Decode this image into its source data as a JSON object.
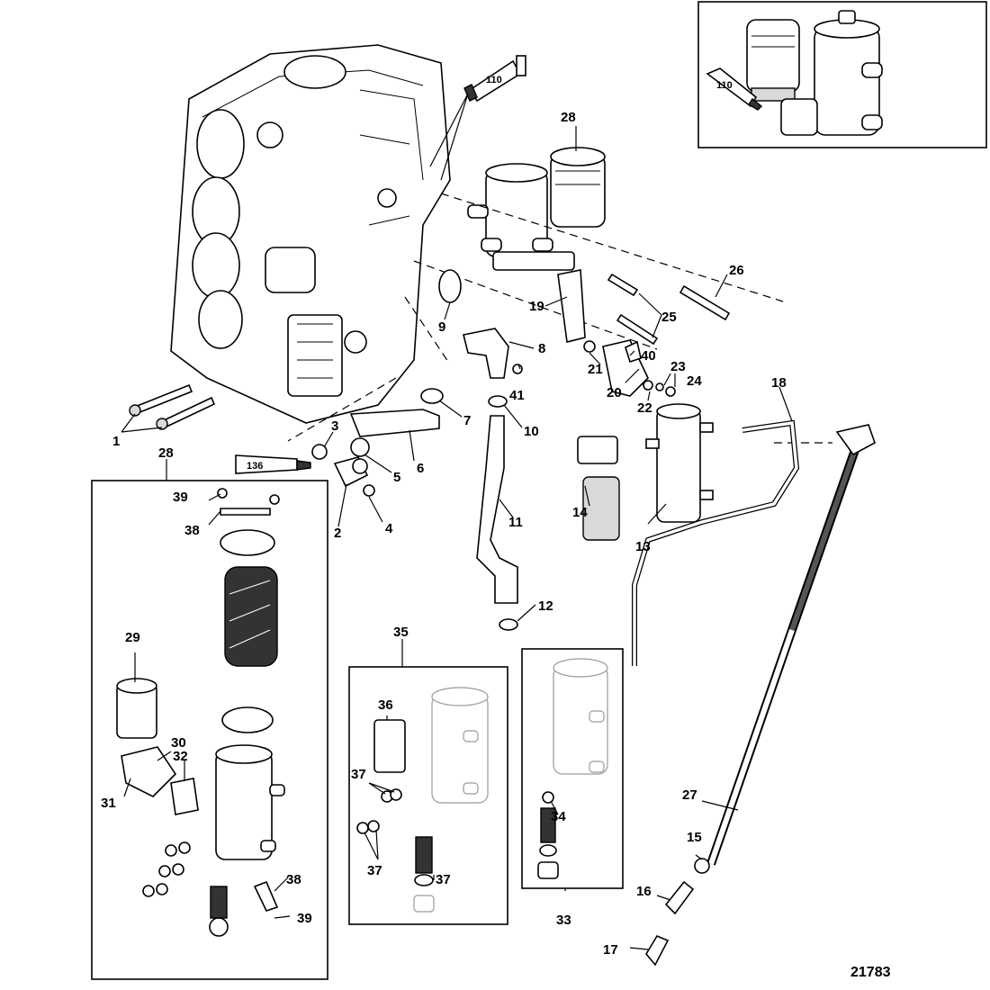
{
  "figure_id": "21783",
  "callouts": [
    "1",
    "2",
    "3",
    "4",
    "5",
    "6",
    "7",
    "8",
    "9",
    "10",
    "11",
    "12",
    "13",
    "14",
    "15",
    "16",
    "17",
    "18",
    "19",
    "20",
    "21",
    "22",
    "23",
    "24",
    "25",
    "26",
    "27",
    "28",
    "28",
    "29",
    "30",
    "31",
    "32",
    "33",
    "34",
    "35",
    "36",
    "37",
    "37",
    "37",
    "38",
    "38",
    "39",
    "39",
    "40",
    "41"
  ],
  "sealant_tubes": [
    "110",
    "110",
    "136"
  ],
  "inset": {
    "main_top_right": "Fuel filter assembly (inset view)"
  }
}
